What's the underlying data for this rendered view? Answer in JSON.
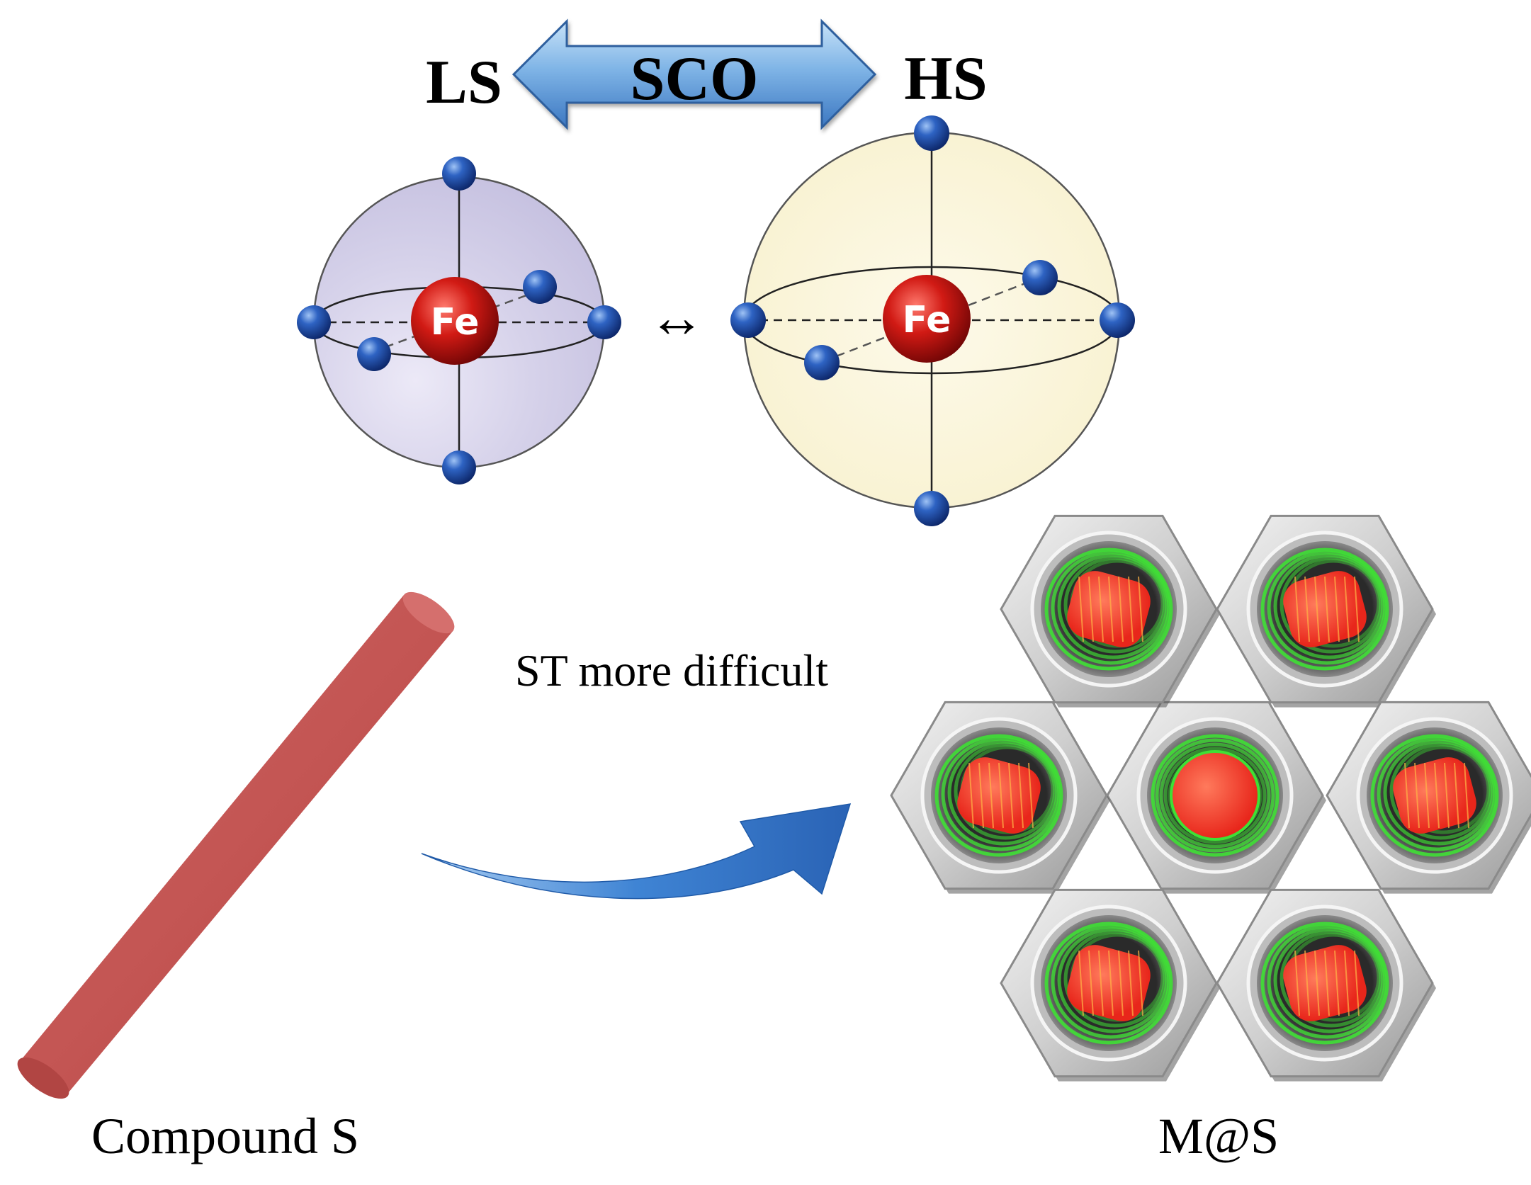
{
  "top": {
    "left_state": "LS",
    "arrow_label": "SCO",
    "right_state": "HS",
    "ls_center_atom": "Fe",
    "hs_center_atom": "Fe",
    "equilibrium_symbol": "↔"
  },
  "bottom": {
    "process_label": "ST more difficult",
    "left_caption": "Compound S",
    "right_caption": "M@S"
  },
  "colors": {
    "ls_sphere": "#d4d0e8",
    "hs_sphere": "#fbf6da",
    "fe_atom": "#c8100f",
    "ligand_atom": "#1f4fa8",
    "rod": "#c25452",
    "arrow": "#3b7fd0",
    "hex_frame": "#c9c9c9",
    "channel_green": "#37d12e",
    "channel_red": "#ff3a2a"
  }
}
